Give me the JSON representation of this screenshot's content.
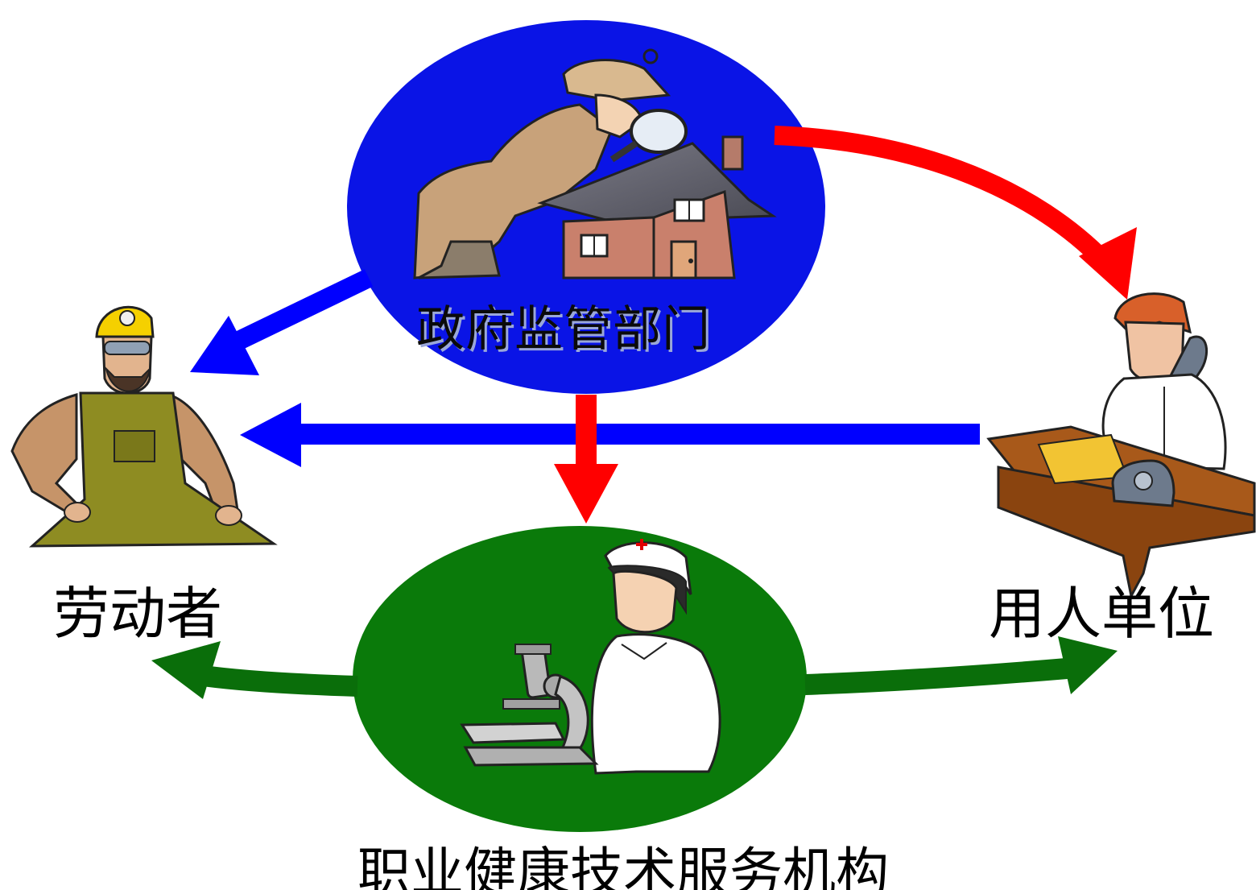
{
  "nodes": {
    "government": {
      "label": "政府监管部门",
      "icon": "inspector-with-magnifier-over-house-icon",
      "fill": "#0a14e6"
    },
    "worker": {
      "label": "劳动者",
      "icon": "worker-with-hardhat-icon"
    },
    "employer": {
      "label": "用人单位",
      "icon": "man-on-phone-at-desk-icon"
    },
    "service": {
      "label": "职业健康技术服务机构",
      "icon": "nurse-with-microscope-icon",
      "fill": "#0a7a0a"
    }
  },
  "arrows": [
    {
      "from": "government",
      "to": "employer",
      "color": "#ff0000"
    },
    {
      "from": "government",
      "to": "worker",
      "color": "#0000ff"
    },
    {
      "from": "employer",
      "to": "worker",
      "color": "#0000ff"
    },
    {
      "from": "government",
      "to": "service",
      "color": "#ff0000"
    },
    {
      "from": "service",
      "to": "worker",
      "color": "#0a6e0a"
    },
    {
      "from": "service",
      "to": "employer",
      "color": "#0a6e0a"
    }
  ]
}
